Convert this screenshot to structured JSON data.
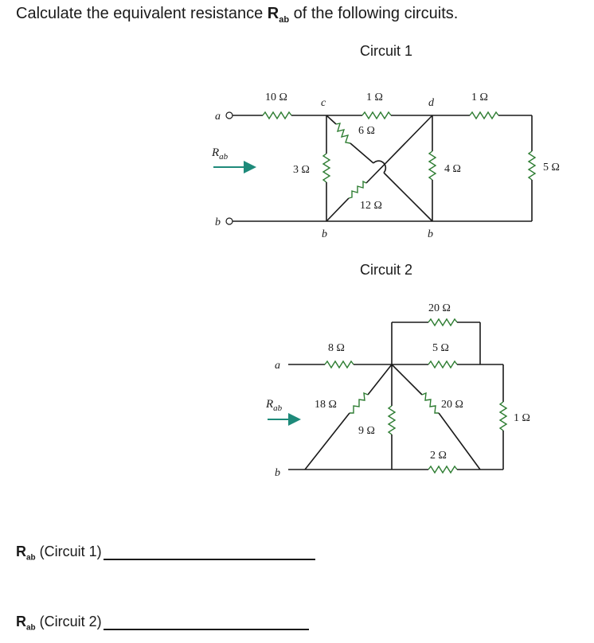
{
  "question": {
    "text_before": "Calculate the equivalent resistance ",
    "symbol_main": "R",
    "symbol_sub": "ab",
    "text_after": " of the following circuits."
  },
  "circuit1": {
    "title": "Circuit 1",
    "node_a": "a",
    "node_b": "b",
    "node_c": "c",
    "node_d": "d",
    "node_b_mid1": "b",
    "node_b_mid2": "b",
    "rab_main": "R",
    "rab_sub": "ab",
    "r_10": "10 Ω",
    "r_1_top": "1 Ω",
    "r_1_right": "1 Ω",
    "r_6": "6 Ω",
    "r_3": "3 Ω",
    "r_4": "4 Ω",
    "r_12": "12 Ω",
    "r_5": "5 Ω"
  },
  "circuit2": {
    "title": "Circuit 2",
    "node_a": "a",
    "node_b": "b",
    "rab_main": "R",
    "rab_sub": "ab",
    "r_20_top": "20 Ω",
    "r_8": "8 Ω",
    "r_5": "5 Ω",
    "r_18": "18 Ω",
    "r_9": "9 Ω",
    "r_20_diag": "20 Ω",
    "r_1": "1 Ω",
    "r_2": "2 Ω"
  },
  "answers": [
    {
      "main": "R",
      "sub": "ab",
      "text": " (Circuit 1)"
    },
    {
      "main": "R",
      "sub": "ab",
      "text": " (Circuit 2)"
    }
  ],
  "colors": {
    "resistor": "#2e7d32",
    "arrow": "#1e8a7a"
  }
}
